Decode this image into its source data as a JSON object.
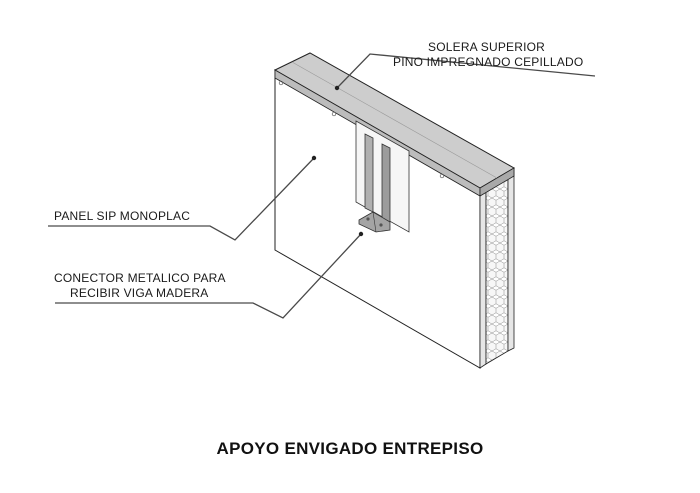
{
  "labels": {
    "top_plate_line1": "SOLERA SUPERIOR",
    "top_plate_line2": "PINO IMPREGNADO CEPILLADO",
    "panel": "PANEL SIP MONOPLAC",
    "connector_line1": "CONECTOR METALICO PARA",
    "connector_line2": "RECIBIR VIGA MADERA"
  },
  "title": "APOYO ENVIGADO ENTREPISO",
  "colors": {
    "line": "#222222",
    "leader": "#4a4a4a",
    "panel_face": "#ffffff",
    "plate_top": "#cfcfcf",
    "plate_side": "#bdbdbd",
    "osb_edge": "#e8e8e8",
    "core_edge": "#f2f2f2",
    "connector": "#a8a8a8"
  }
}
